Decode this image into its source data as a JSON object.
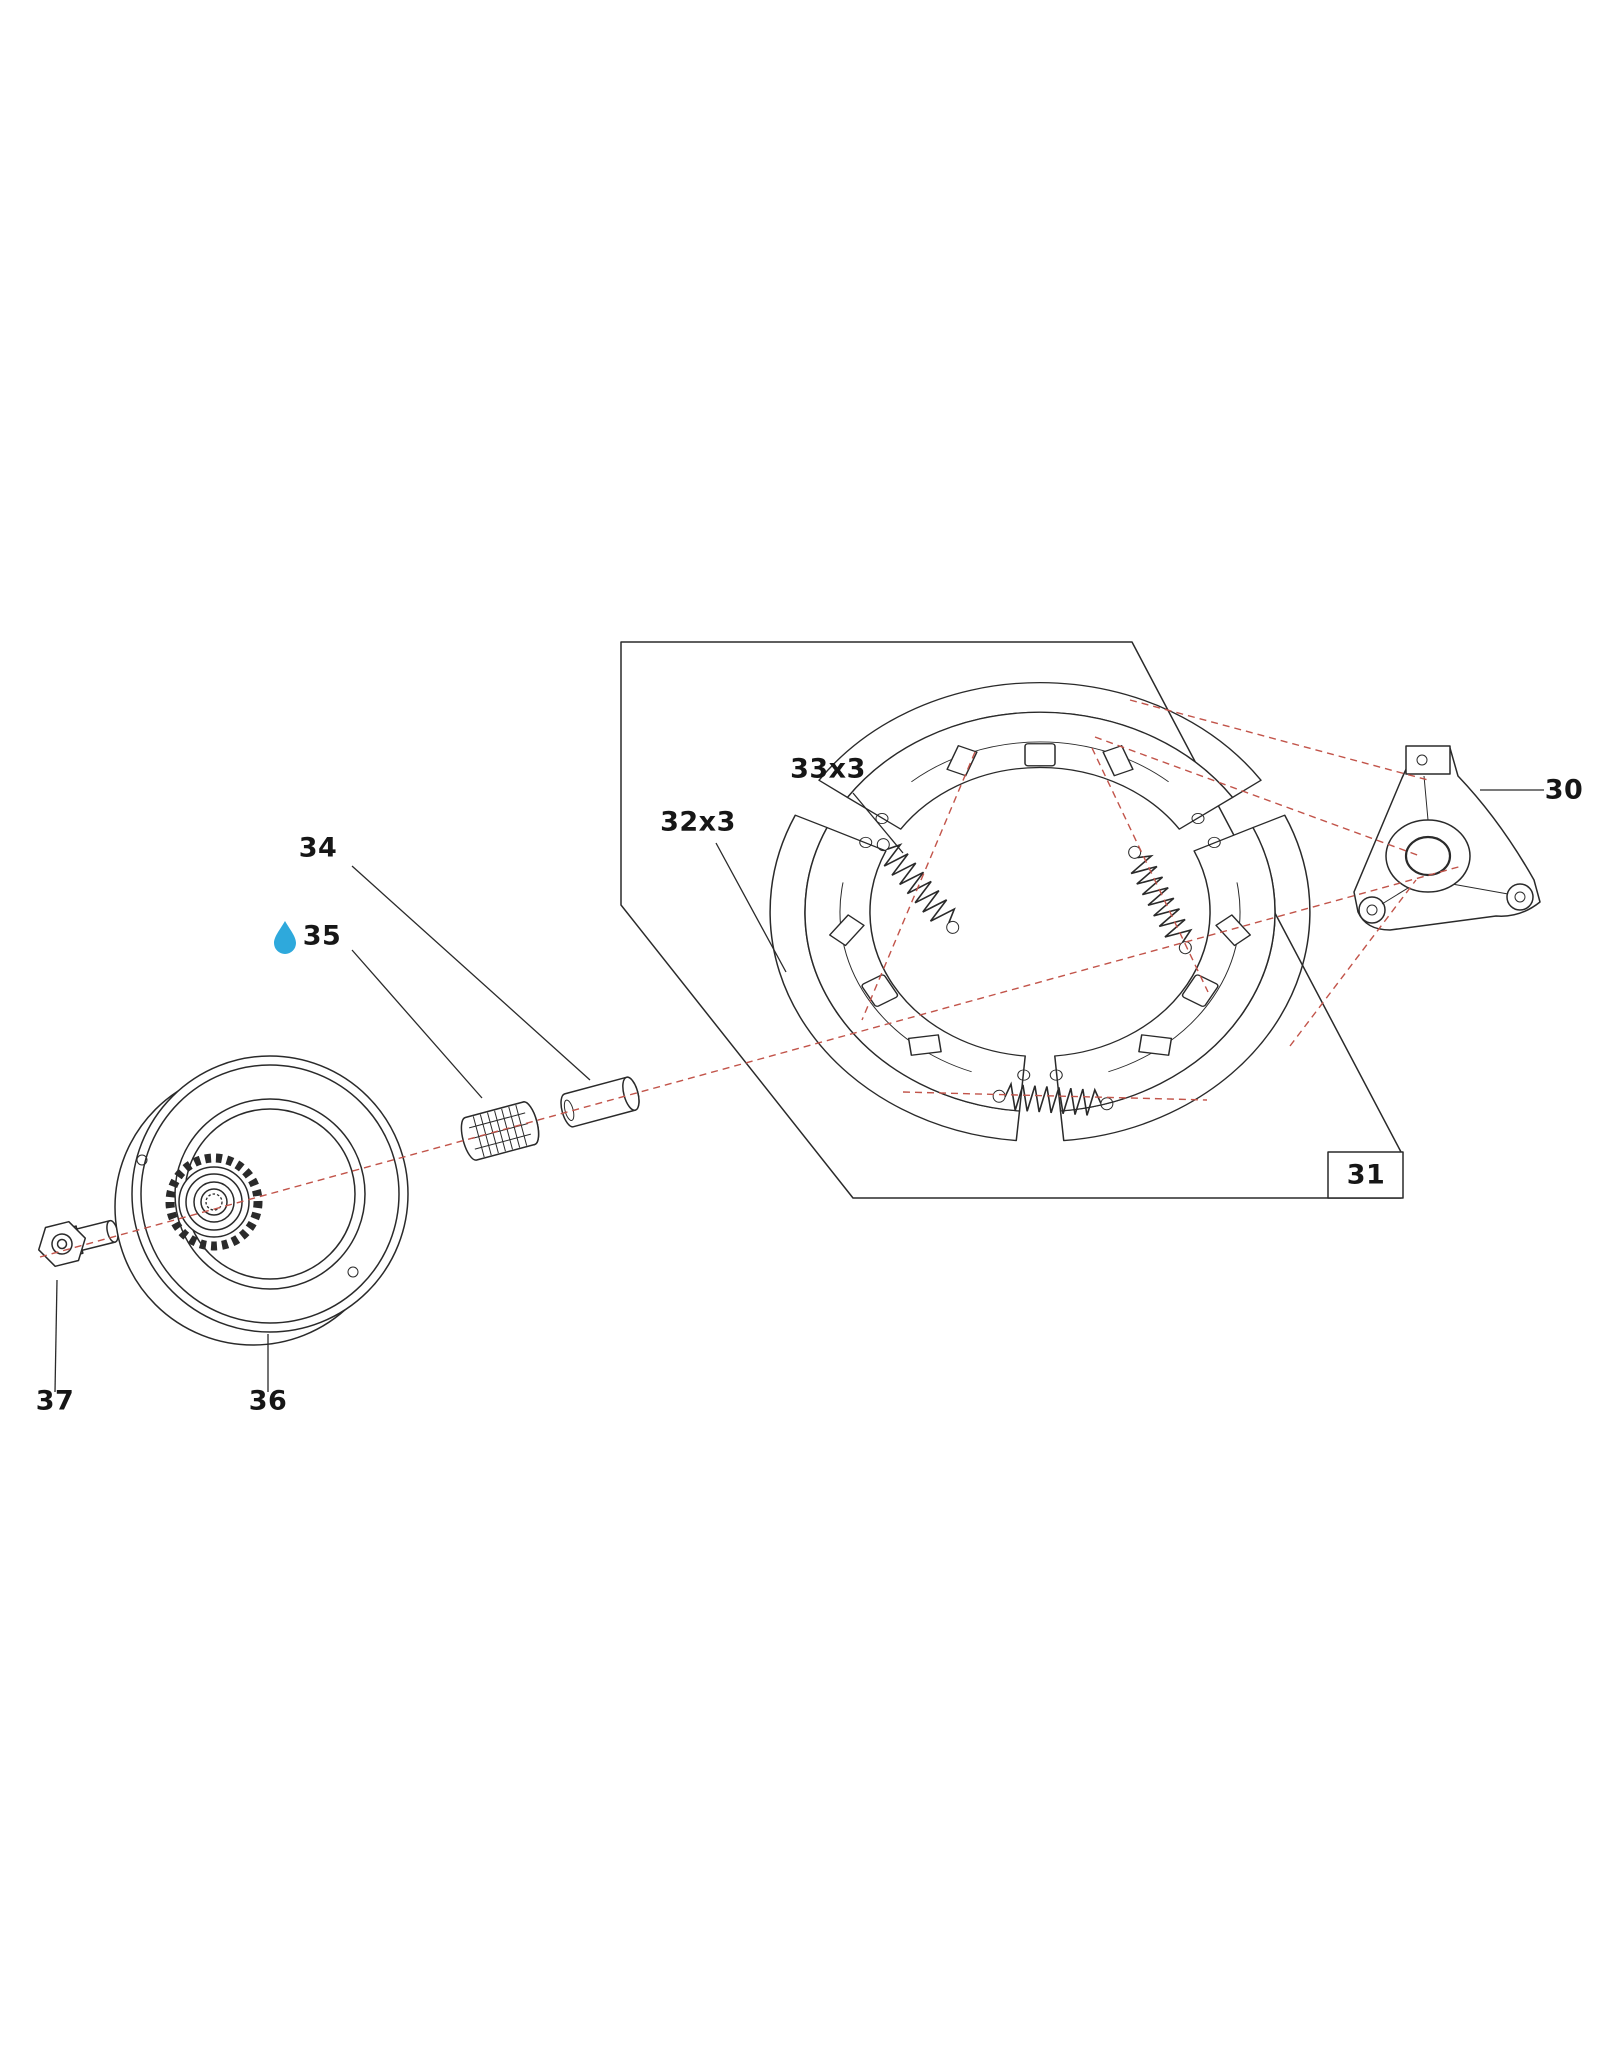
{
  "diagram": {
    "labels": {
      "part30": "30",
      "part31": "31",
      "part32": "32x3",
      "part33": "33x3",
      "part34": "34",
      "part35": "35",
      "part36": "36",
      "part37": "37"
    },
    "icons": [
      {
        "name": "lubricant-droplet-icon",
        "color": "#2ea9dc"
      }
    ],
    "colors": {
      "outline": "#2a2a2a",
      "axis_dashed_red": "#c2544a",
      "friction_lining": "#ebe9e3"
    }
  }
}
